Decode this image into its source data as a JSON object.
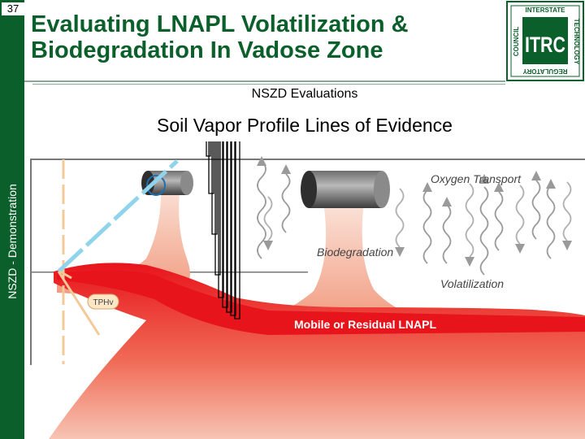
{
  "slide": {
    "number": "37",
    "side_label": "NSZD - Demonstration",
    "title_line1": "Evaluating LNAPL Volatilization &",
    "title_line2": "Biodegradation In Vadose Zone",
    "subtitle": "NSZD Evaluations",
    "heading": "Soil Vapor Profile Lines of Evidence"
  },
  "logo": {
    "top": "INTERSTATE",
    "right": "TECHNOLOGY",
    "bottom": "REGULATORY",
    "left": "COUNCIL",
    "center": "ITRC"
  },
  "diagram": {
    "label_oxygen": "Oxygen Transport",
    "label_biodeg": "Biodegradation",
    "label_volatil": "Volatilization",
    "label_lnapl": "Mobile or Residual LNAPL",
    "label_tph": "TPHv"
  },
  "colors": {
    "theme_green": "#0b5f2a",
    "lnapl_red": "#e8141c",
    "plume_salmon": "#f4a58a",
    "profile_blue": "#8fd4ea",
    "baseline_tan": "#f3c99a"
  }
}
